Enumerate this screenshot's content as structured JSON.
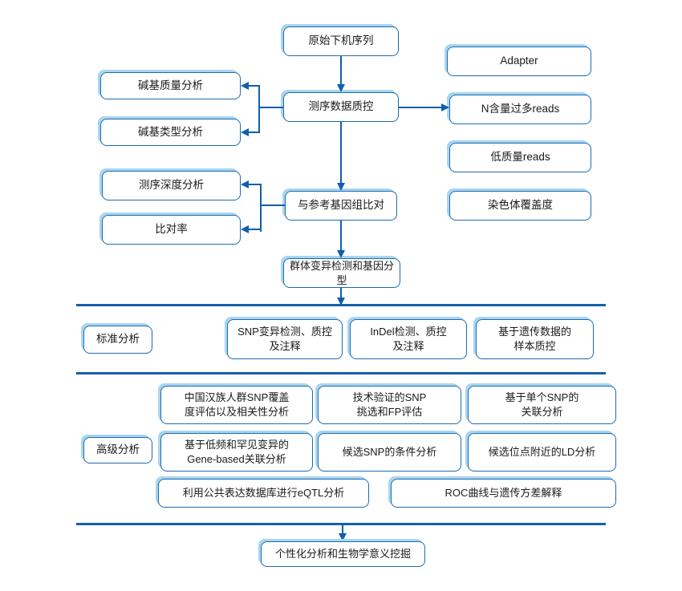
{
  "colors": {
    "box_border": "#1b6cb3",
    "box_highlight": "#a9d5ef",
    "connector_line": "#0e5fad",
    "divider_line": "#1460ab",
    "text": "#1a1a1a",
    "background": "#ffffff"
  },
  "nodes": {
    "raw_reads": "原始下机序列",
    "data_qc": "测序数据质控",
    "align_ref": "与参考基因组比对",
    "pop_variant": "群体变异检测和基因分型",
    "base_quality": "碱基质量分析",
    "base_type": "碱基类型分析",
    "depth_analysis": "测序深度分析",
    "map_rate": "比对率",
    "adapter": "Adapter",
    "n_reads": "N含量过多reads",
    "low_quality_reads": "低质量reads",
    "chrom_coverage": "染色体覆盖度",
    "final": "个性化分析和生物学意义挖掘"
  },
  "sections": {
    "standard": {
      "label": "标准分析",
      "items": {
        "snp": "SNP变异检测、质控\n及注释",
        "indel": "InDel检测、质控\n及注释",
        "genetic_qc": "基于遗传数据的\n样本质控"
      }
    },
    "advanced": {
      "label": "高级分析",
      "items": {
        "han_snp": "中国汉族人群SNP覆盖\n度评估以及相关性分析",
        "tech_snp": "技术验证的SNP\n挑选和FP评估",
        "single_snp": "基于单个SNP的\n关联分析",
        "gene_based": "基于低频和罕见变异的\nGene-based关联分析",
        "conditional": "候选SNP的条件分析",
        "ld": "候选位点附近的LD分析",
        "eqtl": "利用公共表达数据库进行eQTL分析",
        "roc": "ROC曲线与遗传方差解释"
      }
    }
  }
}
